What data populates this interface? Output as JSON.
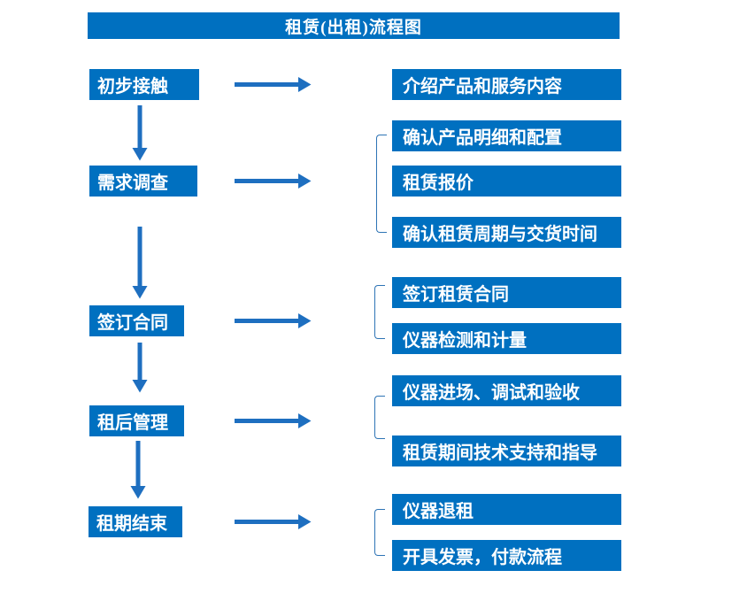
{
  "title": "租赁(出租)流程图",
  "colors": {
    "primary": "#0070C0",
    "arrow": "#1E6FC0",
    "bracket": "#2E74B5",
    "text": "#FFFFFF",
    "background": "#FFFFFF"
  },
  "stages": [
    {
      "label": "初步接触",
      "details": [
        "介绍产品和服务内容"
      ]
    },
    {
      "label": "需求调查",
      "details": [
        "确认产品明细和配置",
        "租赁报价",
        "确认租赁周期与交货时间"
      ]
    },
    {
      "label": "签订合同",
      "details": [
        "签订租赁合同",
        "仪器检测和计量"
      ]
    },
    {
      "label": "租后管理",
      "details": [
        "仪器进场、调试和验收",
        "租赁期间技术支持和指导"
      ]
    },
    {
      "label": "租期结束",
      "details": [
        "仪器退租",
        "开具发票，付款流程"
      ]
    }
  ]
}
